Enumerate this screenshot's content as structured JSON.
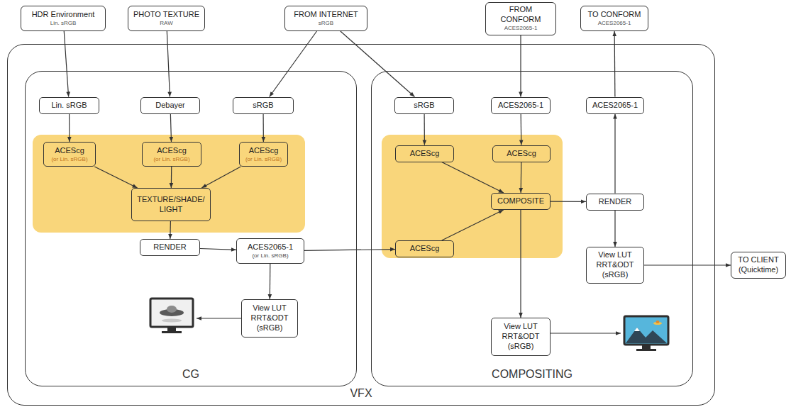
{
  "diagram": {
    "nodes": [
      {
        "text": [
          "HDR Environment",
          "Lin. sRGB"
        ]
      },
      {
        "text": [
          "PHOTO TEXTURE",
          "RAW"
        ]
      },
      {
        "text": [
          "FROM INTERNET",
          "sRGB"
        ]
      },
      {
        "text": [
          "FROM CONFORM",
          "ACES2065-1"
        ]
      },
      {
        "text": [
          "TO CONFORM",
          "ACES2065-1"
        ]
      },
      {
        "text": [
          "VFX"
        ]
      },
      {
        "text": [
          "CG"
        ],
        "in": 5
      },
      {
        "text": [
          "Lin. sRGB"
        ],
        "in": 6
      },
      {
        "text": [
          "Debayer"
        ],
        "in": 6
      },
      {
        "text": [
          "sRGB"
        ],
        "in": 6
      },
      {
        "text": [
          "ACEScg",
          "(or Lin. sRGB)"
        ],
        "in": 6
      },
      {
        "text": [
          "ACEScg",
          "(or Lin. sRGB)"
        ],
        "in": 6
      },
      {
        "text": [
          "ACEScg",
          "(or Lin. sRGB)"
        ],
        "in": 6
      },
      {
        "text": [
          "TEXTURE/SHADE/ LIGHT"
        ],
        "in": 6
      },
      {
        "text": [
          "RENDER"
        ],
        "in": 6
      },
      {
        "text": [
          "ACES2065-1",
          "(or Lin. sRGB)"
        ],
        "in": 6
      },
      {
        "text": [
          "View LUT RRT&ODT (sRGB)"
        ],
        "in": 6
      },
      {
        "text": [
          "COMPOSITING"
        ],
        "in": 5
      },
      {
        "text": [
          "sRGB"
        ],
        "in": 17
      },
      {
        "text": [
          "ACES2065-1"
        ],
        "in": 17
      },
      {
        "text": [
          "ACES2065-1"
        ],
        "in": 17
      },
      {
        "text": [
          "ACEScg"
        ],
        "in": 17
      },
      {
        "text": [
          "ACEScg"
        ],
        "in": 17
      },
      {
        "text": [
          "COMPOSITE"
        ],
        "in": 17
      },
      {
        "text": [
          "RENDER"
        ],
        "in": 17
      },
      {
        "text": [
          "ACEScg"
        ],
        "in": 17
      },
      {
        "text": [
          "View LUT RRT&ODT (sRGB)"
        ],
        "in": 17
      },
      {
        "text": [
          "View LUT RRT&ODT (sRGB)"
        ],
        "in": 17
      },
      {
        "text": [
          "TO CLIENT (Quicktime)"
        ]
      }
    ],
    "edges": [
      {
        "from": 0,
        "to": 7,
        "arrow": "to"
      },
      {
        "from": 1,
        "to": 8,
        "arrow": "to"
      },
      {
        "from": 2,
        "to": 9,
        "arrow": "to"
      },
      {
        "from": 2,
        "to": 18,
        "arrow": "to"
      },
      {
        "from": 3,
        "to": 19,
        "arrow": "to"
      },
      {
        "from": 20,
        "to": 4,
        "arrow": "to"
      },
      {
        "from": 7,
        "to": 10,
        "arrow": "to"
      },
      {
        "from": 8,
        "to": 11,
        "arrow": "to"
      },
      {
        "from": 9,
        "to": 12,
        "arrow": "to"
      },
      {
        "from": 10,
        "to": 13,
        "arrow": "to"
      },
      {
        "from": 11,
        "to": 13,
        "arrow": "to"
      },
      {
        "from": 12,
        "to": 13,
        "arrow": "to"
      },
      {
        "from": 13,
        "to": 14,
        "arrow": "to"
      },
      {
        "from": 14,
        "to": 15,
        "arrow": "to"
      },
      {
        "from": 15,
        "to": 16,
        "arrow": "to"
      },
      {
        "from": 15,
        "to": 25,
        "arrow": "to"
      },
      {
        "from": 18,
        "to": 21,
        "arrow": "to"
      },
      {
        "from": 19,
        "to": 22,
        "arrow": "to"
      },
      {
        "from": 21,
        "to": 23,
        "arrow": "to"
      },
      {
        "from": 22,
        "to": 23,
        "arrow": "to"
      },
      {
        "from": 25,
        "to": 23,
        "arrow": "to"
      },
      {
        "from": 23,
        "to": 24,
        "arrow": "to"
      },
      {
        "from": 23,
        "to": 26,
        "arrow": "to"
      },
      {
        "from": 24,
        "to": 20,
        "arrow": "to"
      },
      {
        "from": 24,
        "to": 27,
        "arrow": "to"
      },
      {
        "from": 27,
        "to": 28,
        "arrow": "to"
      }
    ]
  }
}
